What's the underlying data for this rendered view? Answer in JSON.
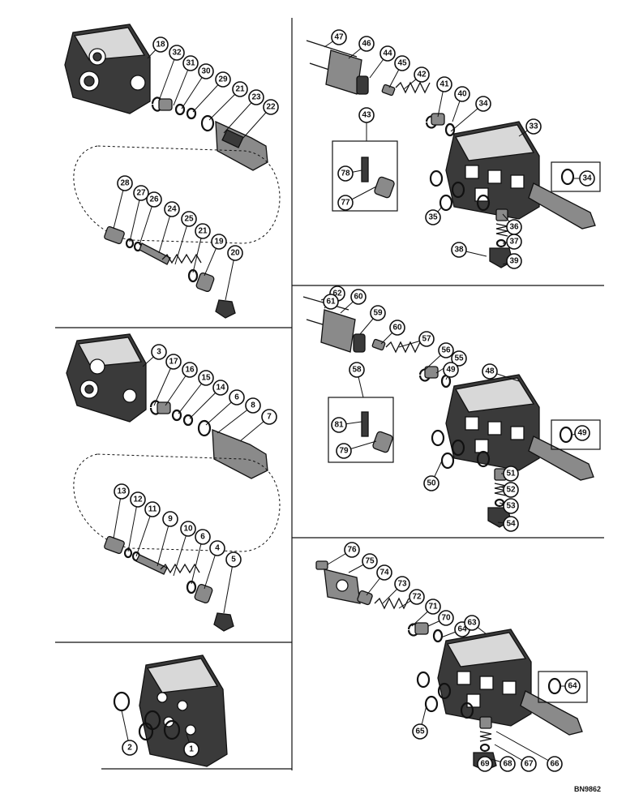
{
  "callouts": {
    "p1": [
      "18",
      "32",
      "31",
      "30",
      "29",
      "21",
      "23",
      "22",
      "28",
      "27",
      "26",
      "24",
      "25",
      "21",
      "19",
      "20"
    ],
    "p2": [
      "3",
      "17",
      "16",
      "15",
      "14",
      "6",
      "8",
      "7",
      "13",
      "12",
      "11",
      "9",
      "10",
      "6",
      "4",
      "5"
    ],
    "p3": [
      "2",
      "1"
    ],
    "p4": [
      "47",
      "46",
      "44",
      "45",
      "42",
      "41",
      "40",
      "34",
      "43",
      "78",
      "77",
      "33",
      "34",
      "35",
      "36",
      "37",
      "38",
      "39"
    ],
    "p5": [
      "62",
      "60",
      "61",
      "59",
      "60",
      "57",
      "56",
      "55",
      "49",
      "58",
      "81",
      "79",
      "48",
      "49",
      "50",
      "51",
      "52",
      "53",
      "54"
    ],
    "p6": [
      "76",
      "75",
      "74",
      "73",
      "72",
      "71",
      "70",
      "64",
      "63",
      "64",
      "65",
      "69",
      "68",
      "67",
      "66"
    ]
  },
  "footer": {
    "reference_code": "BN9862"
  }
}
